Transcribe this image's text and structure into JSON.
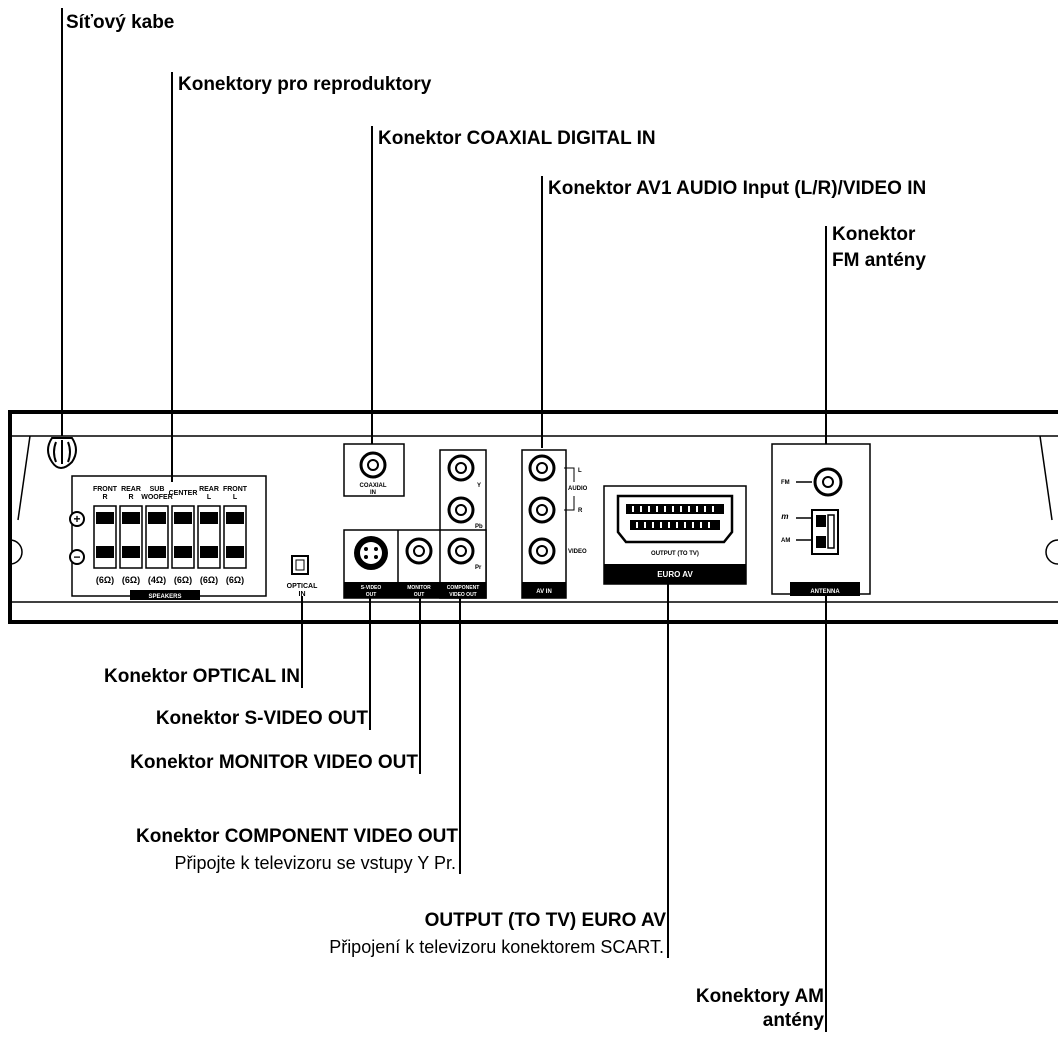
{
  "callouts": {
    "power_cable": "Síťový kabe",
    "speaker_connectors": "Konektory pro reproduktory",
    "coaxial_in": "Konektor COAXIAL DIGITAL IN",
    "av1_in": "Konektor AV1 AUDIO Input (L/R)/VIDEO IN",
    "fm_line1": "Konektor",
    "fm_line2": "FM antény",
    "optical_in": "Konektor OPTICAL IN",
    "svideo_out": "Konektor S-VIDEO OUT",
    "monitor_out": "Konektor MONITOR VIDEO OUT",
    "component_out": "Konektor COMPONENT VIDEO OUT",
    "component_note": "Připojte k televizoru se vstupy Y Pr.",
    "euro_av": "OUTPUT (TO TV) EURO AV",
    "euro_av_note": "Připojení k televizoru konektorem SCART.",
    "am_line1": "Konektory AM",
    "am_line2": "antény"
  },
  "panel": {
    "speakers_top": [
      "FRONT",
      "REAR",
      "SUB",
      "CENTER",
      "REAR",
      "FRONT"
    ],
    "speakers_top2": [
      "R",
      "R",
      "WOOFER",
      "",
      "L",
      "L"
    ],
    "impedance": [
      "(6Ω)",
      "(6Ω)",
      "(4Ω)",
      "(6Ω)",
      "(6Ω)",
      "(6Ω)"
    ],
    "speakers_label": "SPEAKERS",
    "plus": "+",
    "minus": "−",
    "coaxial_label1": "COAXIAL",
    "coaxial_label2": "IN",
    "optical_label1": "OPTICAL",
    "optical_label2": "IN",
    "svideo_label1": "S-VIDEO",
    "svideo_label2": "OUT",
    "monitor_label1": "MONITOR",
    "monitor_label2": "OUT",
    "component_label1": "COMPONENT",
    "component_label2": "VIDEO OUT",
    "y_label": "Y",
    "pb_label": "Pb",
    "pr_label": "Pr",
    "audio_l": "L",
    "audio_label": "AUDIO",
    "audio_r": "R",
    "video_label": "VIDEO",
    "av_in_label": "AV IN",
    "output_tv": "OUTPUT (TO TV)",
    "euro_av_label": "EURO AV",
    "fm_label": "FM",
    "am_label": "AM",
    "antenna_label": "ANTENNA"
  }
}
